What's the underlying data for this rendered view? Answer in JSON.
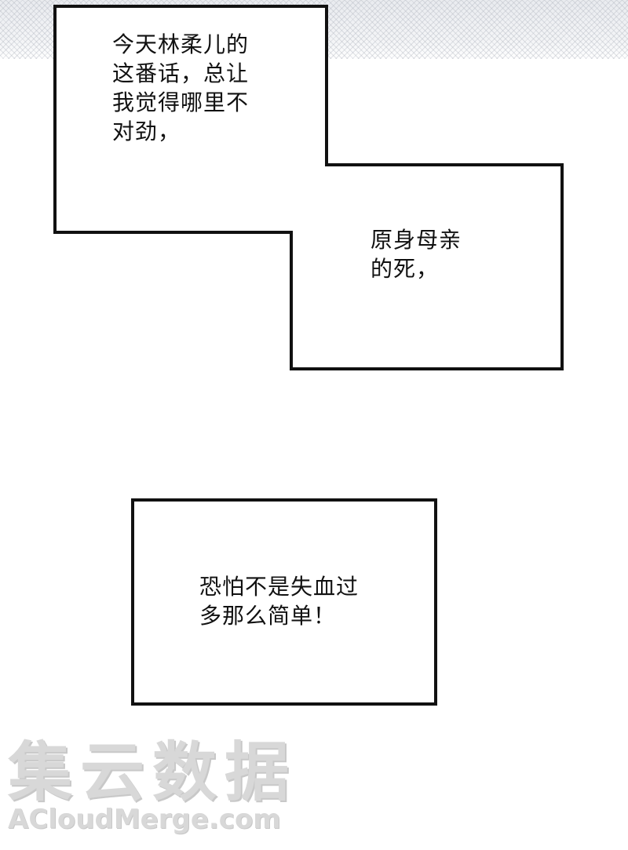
{
  "captions": {
    "box1_text": "今天林柔儿的\n这番话，总让\n我觉得哪里不\n对劲，",
    "box2_text": "原身母亲\n的死，",
    "box3_text": "恐怕不是失血过\n多那么简单！"
  },
  "watermark": {
    "chinese": "集云数据",
    "english": "ACloudMerge.com"
  }
}
